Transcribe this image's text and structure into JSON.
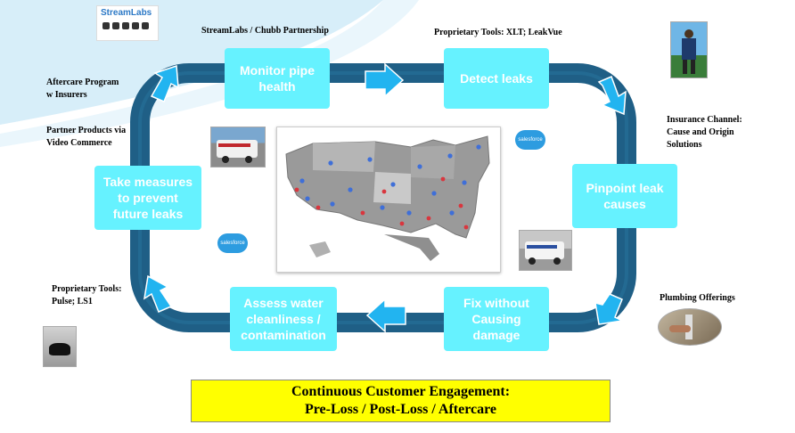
{
  "logo": {
    "brand": "StreamLabs"
  },
  "header": {
    "partnership": "StreamLabs / Chubb Partnership",
    "proprietary_top": "Proprietary Tools: XLT;  LeakVue"
  },
  "side_labels": {
    "aftercare": "Aftercare Program w Insurers",
    "partner_products": "Partner Products via Video Commerce",
    "insurance_channel": "Insurance Channel: Cause and Origin Solutions",
    "proprietary_bottom": "Proprietary Tools: Pulse; LS1",
    "plumbing": "Plumbing Offerings"
  },
  "steps": {
    "monitor": "Monitor pipe health",
    "detect": "Detect leaks",
    "pinpoint": "Pinpoint leak causes",
    "fix": "Fix without Causing damage",
    "assess": "Assess water cleanliness / contamination",
    "prevent": "Take measures to prevent future leaks"
  },
  "salesforce": {
    "label": "salesforce"
  },
  "banner": {
    "line1": "Continuous Customer Engagement:",
    "line2": "Pre-Loss / Post-Loss / Aftercare"
  },
  "colors": {
    "loop": "#1f5f86",
    "loop_light": "#4fc9f2",
    "step_fill": "#66f2ff",
    "arrow": "#22b4f0",
    "banner": "#ffff00"
  }
}
